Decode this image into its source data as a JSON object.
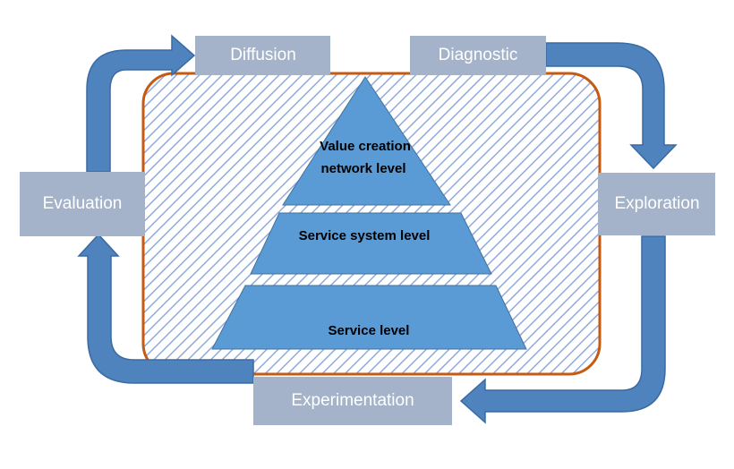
{
  "stages": {
    "diffusion": "Diffusion",
    "diagnostic": "Diagnostic",
    "exploration": "Exploration",
    "experimentation": "Experimentation",
    "evaluation": "Evaluation"
  },
  "levels": {
    "top_line1": "Value creation",
    "top_line2": "network level",
    "middle": "Service system level",
    "bottom": "Service level"
  },
  "colors": {
    "arrow": "#4f83bd",
    "arrow_dark": "#3a6aa3",
    "stage_box": "#a4b3c9",
    "pyramid": "#5b9bd5",
    "container_border": "#c55a11",
    "hatch": "#8faadc"
  }
}
